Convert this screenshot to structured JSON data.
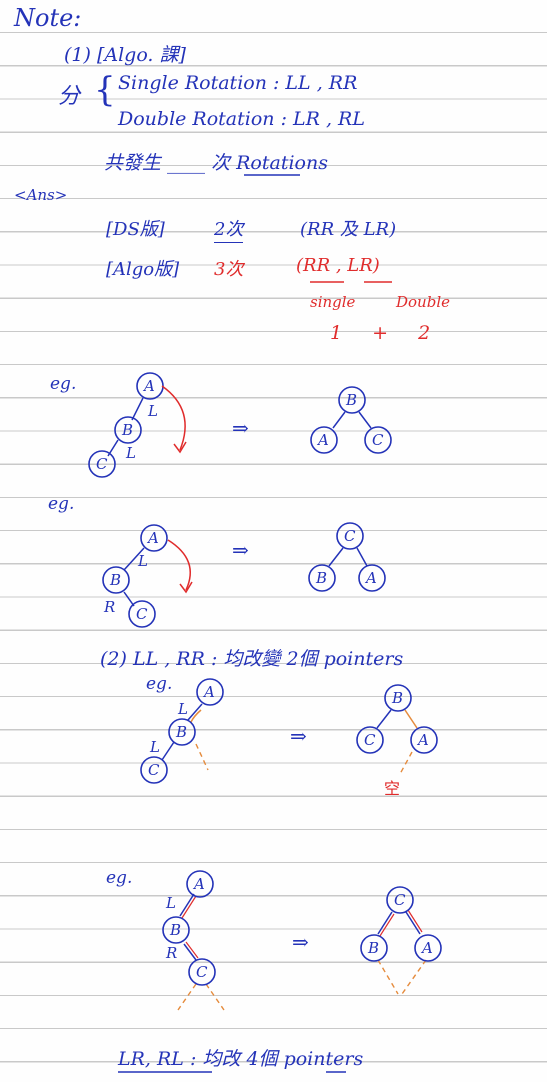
{
  "note": {
    "heading": "Note:",
    "section1": {
      "label": "(1) [Algo. 課]",
      "fen": "分",
      "single_line": "Single Rotation : LL , RR",
      "double_line": "Double Rotation : LR , RL",
      "question": "共發生 ____ 次 Rotations"
    },
    "ans": {
      "label": "<Ans>",
      "ds_label": "[DS版]",
      "ds_value": "2次",
      "ds_detail": "(RR 及 LR)",
      "algo_label": "[Algo版]",
      "algo_value": "3次",
      "algo_detail": "(RR , LR)",
      "single_word": "single",
      "double_word": "Double",
      "count_sum": "1 + 2"
    },
    "examples": {
      "eg_label": "eg.",
      "arrow": "⇒",
      "edge_label_L": "L",
      "edge_label_R": "R",
      "node_A": "A",
      "node_B": "B",
      "node_C": "C",
      "empty_label": "空"
    },
    "section2": {
      "line": "(2) LL , RR : 均改變 2個 pointers",
      "footer": "LR, RL : 均改 4個 pointers"
    }
  },
  "colors": {
    "ink_blue": "#2433b8",
    "ink_red": "#e02c2c",
    "ink_orange": "#e58b3c",
    "rule": "#c9c9c9"
  }
}
